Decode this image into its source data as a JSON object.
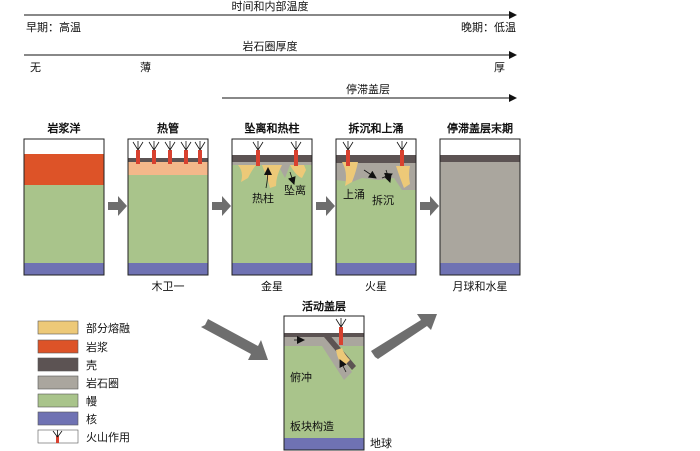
{
  "timeline": {
    "time_title": "时间和内部温度",
    "early": "早期：高温",
    "late": "晚期：低温",
    "litho_title": "岩石圈厚度",
    "none": "无",
    "thin": "薄",
    "thick": "厚",
    "stagnant_title": "停滞盖层"
  },
  "stages": [
    {
      "title": "岩浆洋",
      "body": ""
    },
    {
      "title": "热管",
      "body": "木卫一"
    },
    {
      "title": "坠离和热柱",
      "body": "金星",
      "labels": [
        "热柱",
        "坠离"
      ]
    },
    {
      "title": "拆沉和上涌",
      "body": "火星",
      "labels": [
        "上涌",
        "拆沉"
      ]
    },
    {
      "title": "停滞盖层末期",
      "body": "月球和水星"
    }
  ],
  "active_lid": {
    "title": "活动盖层",
    "subduction": "俯冲",
    "tectonics": "板块构造",
    "body": "地球"
  },
  "legend": [
    {
      "label": "部分熔融",
      "color": "#edc978"
    },
    {
      "label": "岩浆",
      "color": "#dd5328"
    },
    {
      "label": "壳",
      "color": "#5c5353"
    },
    {
      "label": "岩石圈",
      "color": "#aaa69e"
    },
    {
      "label": "幔",
      "color": "#a9c48b"
    },
    {
      "label": "核",
      "color": "#6f72b3"
    },
    {
      "label": "火山作用",
      "color": "#d8412f"
    }
  ]
}
